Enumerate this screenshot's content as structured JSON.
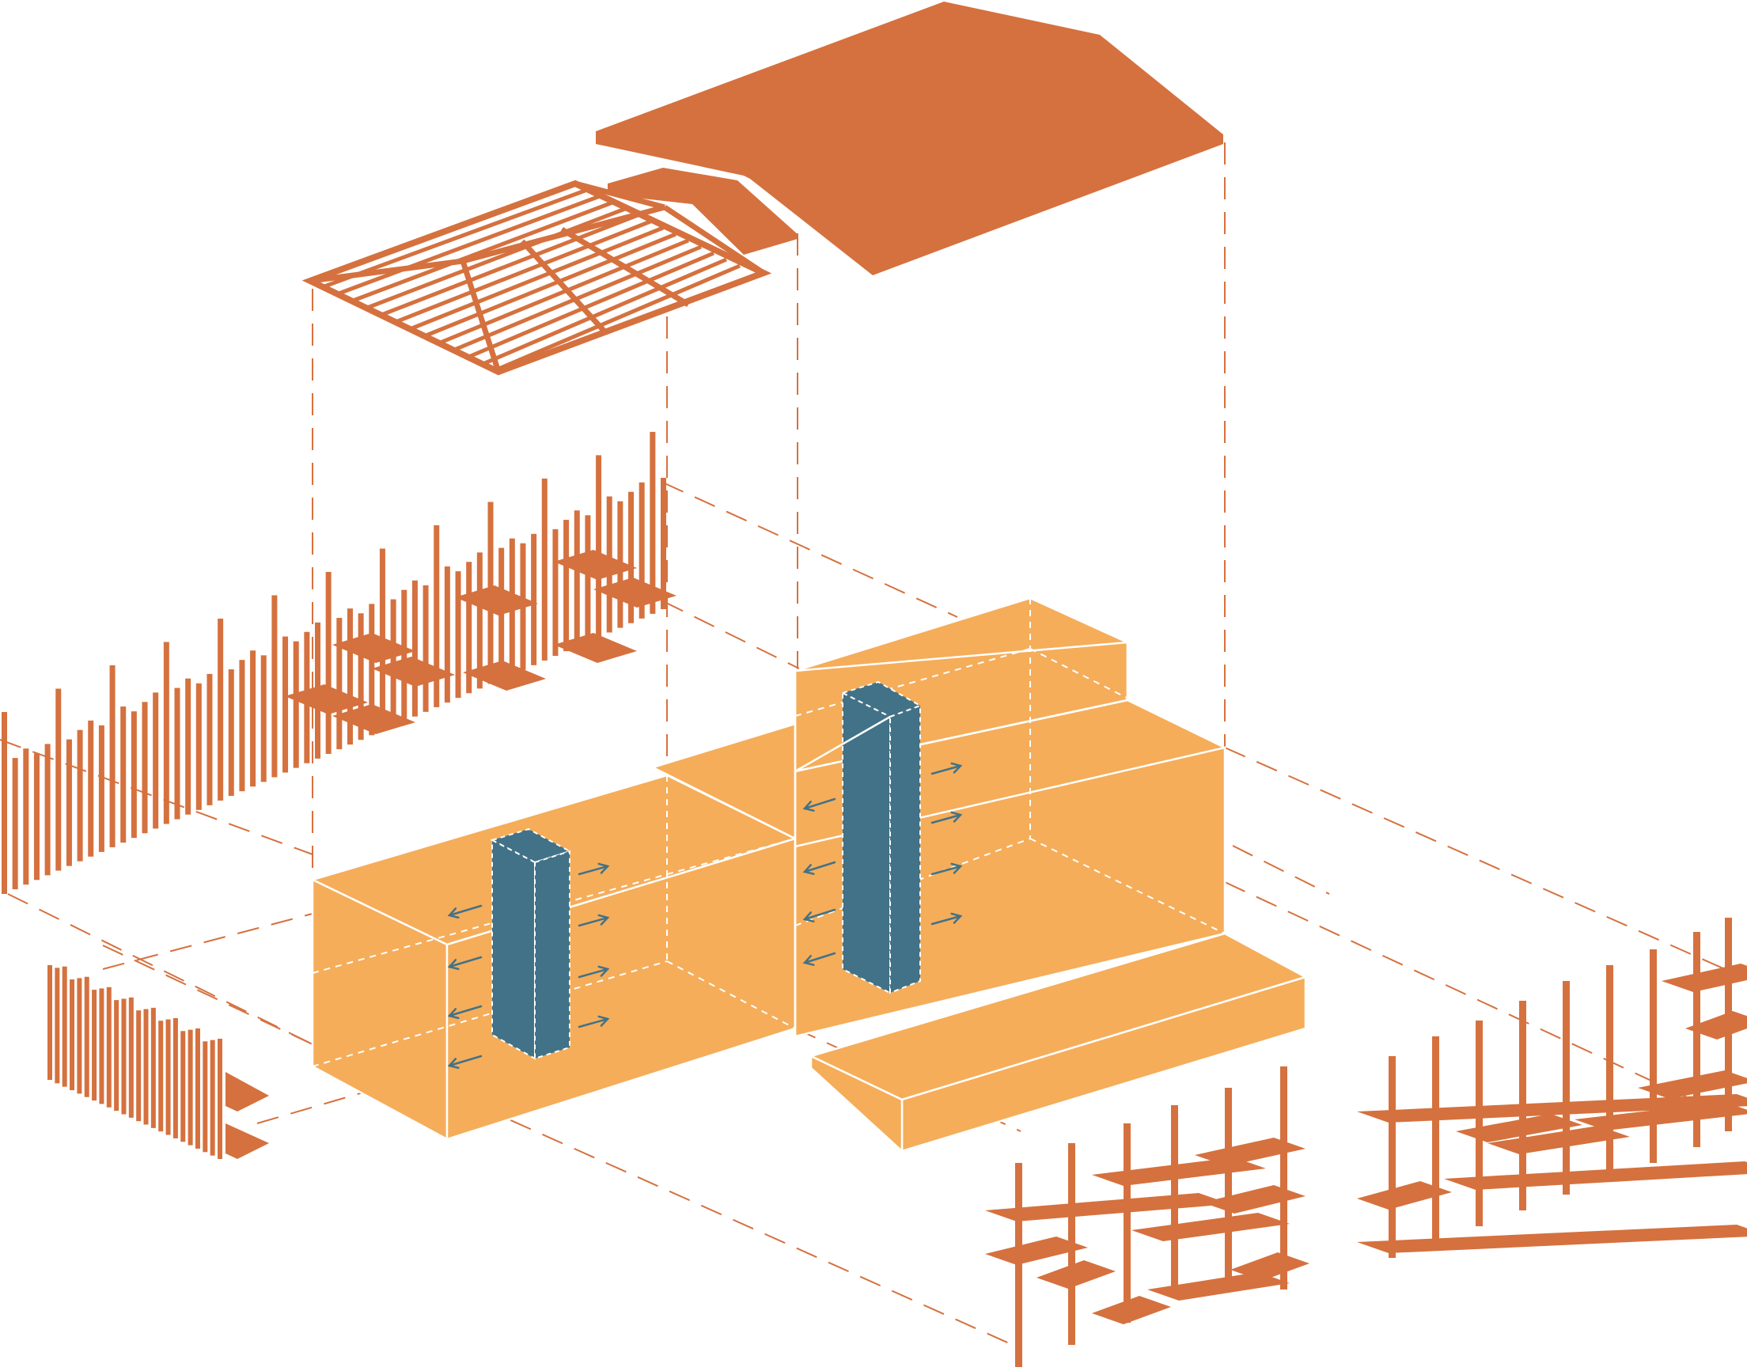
{
  "diagram": {
    "kind": "exploded axonometric architectural diagram",
    "labels": [],
    "colors": {
      "structure": "#d5713e",
      "volume": "#f5ad5a",
      "core": "#427287",
      "outline": "#ffffff",
      "guide": "#d5713e",
      "background": "#ffffff"
    },
    "components": [
      "main-roof",
      "secondary-roof",
      "lattice-roof-frame",
      "upper-left-slat-screen",
      "upper-floating-slabs",
      "left-slat-screen",
      "lower-left-volume",
      "upper-right-volume",
      "right-platform",
      "left-service-core",
      "right-service-core",
      "front-shelf-frame",
      "right-shelf-frame"
    ]
  }
}
